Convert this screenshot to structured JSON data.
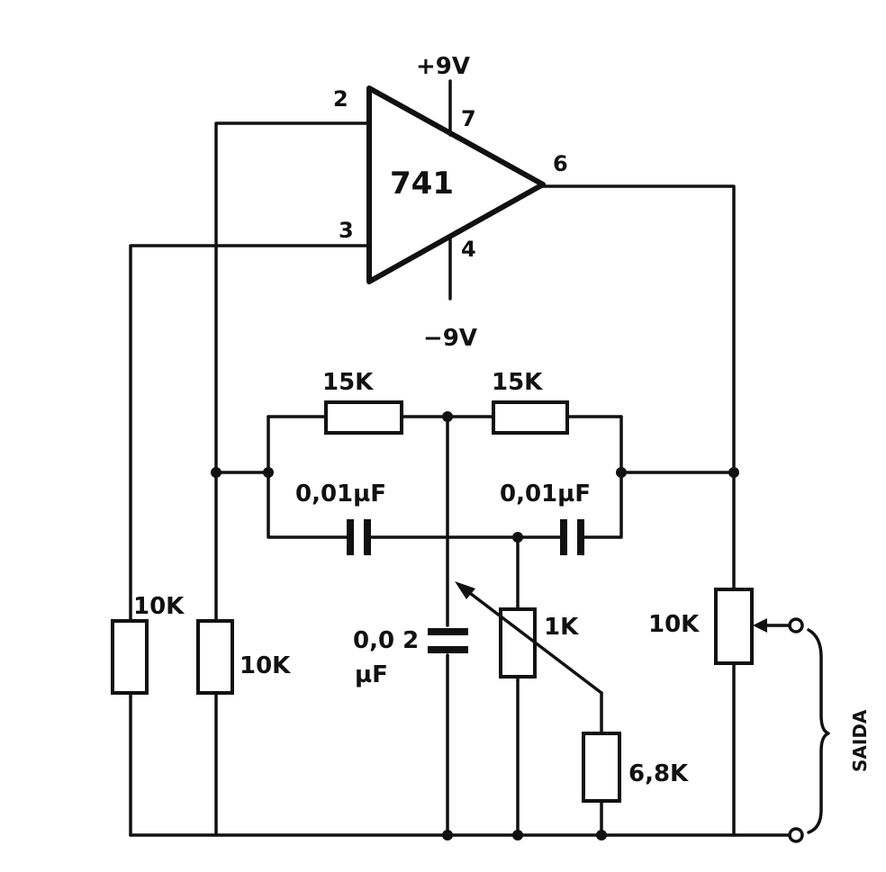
{
  "opamp": {
    "part": "741",
    "pin_inverting": "2",
    "pin_noninverting": "3",
    "pin_v_plus": "7",
    "pin_v_minus": "4",
    "pin_output": "6",
    "supply_positive": "+9V",
    "supply_negative": "−9V"
  },
  "components": {
    "r_top_left": "15K",
    "r_top_right": "15K",
    "c_mid_left": "0,01µF",
    "c_mid_right": "0,01µF",
    "c_center_value": "0,0 2",
    "c_center_unit": "µF",
    "pot_1k": "1K",
    "r_series": "6,8K",
    "r_far_left": "10K",
    "r_left": "10K",
    "pot_output": "10K"
  },
  "output": {
    "label": "SAIDA"
  },
  "colors": {
    "ink": "#111111",
    "paper": "#ffffff"
  }
}
